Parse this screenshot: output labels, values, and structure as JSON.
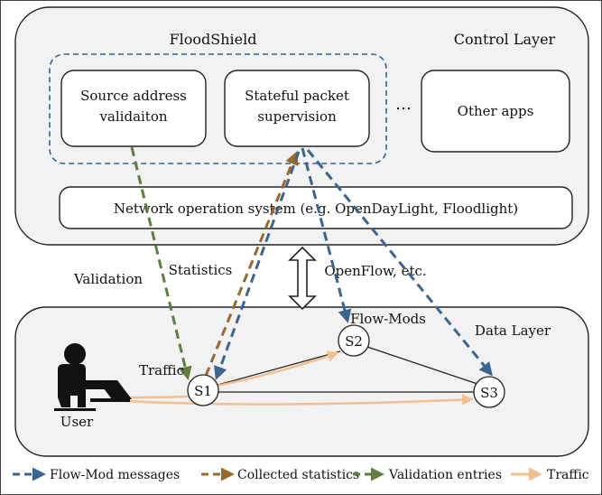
{
  "colors": {
    "flow_mod": "#3c6491",
    "statistics": "#9a6a2c",
    "validation": "#5f7d3e",
    "traffic": "#f2bf8e"
  },
  "control_layer": {
    "system_name": "FloodShield",
    "layer_label": "Control Layer",
    "apps": [
      {
        "line1": "Source address",
        "line2": "validaiton"
      },
      {
        "line1": "Stateful packet",
        "line2": "supervision"
      }
    ],
    "ellipsis": "…",
    "other_apps": "Other apps",
    "nos_label": "Network operation system (e.g. OpenDayLight, Floodlight)"
  },
  "interface": {
    "validation_label": "Validation",
    "statistics_label": "Statistics",
    "openflow_label": "OpenFlow, etc."
  },
  "data_layer": {
    "layer_label": "Data Layer",
    "flow_mods_label": "Flow-Mods",
    "traffic_label": "Traffic",
    "user_label": "User",
    "user_icon": "user-at-computer-icon",
    "switches": [
      "S1",
      "S2",
      "S3"
    ]
  },
  "legend": {
    "items": [
      {
        "label": "Flow-Mod messages",
        "color_key": "flow_mod",
        "style": "dashed"
      },
      {
        "label": "Collected statistics",
        "color_key": "statistics",
        "style": "dashed"
      },
      {
        "label": "Validation entries",
        "color_key": "validation",
        "style": "dashed"
      },
      {
        "label": "Traffic",
        "color_key": "traffic",
        "style": "solid"
      }
    ]
  }
}
